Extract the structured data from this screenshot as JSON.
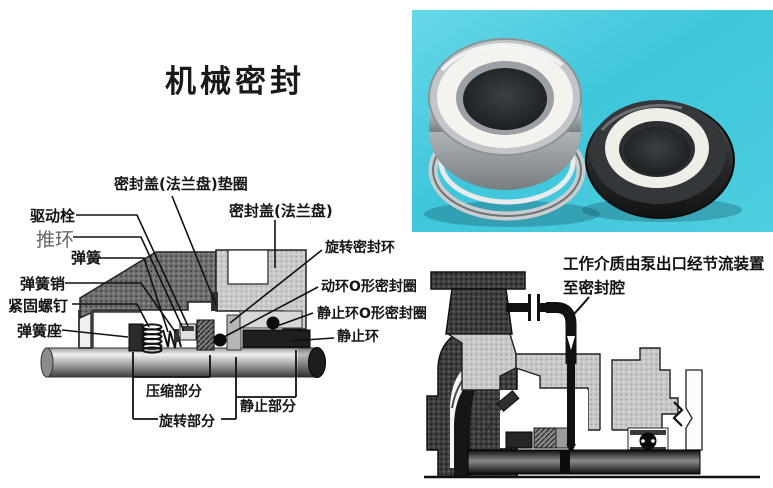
{
  "page": {
    "title": "机械密封"
  },
  "colors": {
    "photo_background": "#41c7db",
    "diagram_line": "#1a1a1a",
    "metal_gray": "#c6c6c6",
    "dark_gray": "#4a4a4a"
  },
  "seal_diagram": {
    "labels": {
      "drive_pin": "驱动栓",
      "push_ring": "推环",
      "spring": "弹簧",
      "spring_pin": "弹簧销",
      "set_screw": "紧固螺钉",
      "spring_seat": "弹簧座",
      "gland_gasket": "密封盖(法兰盘)垫圈",
      "gland": "密封盖(法兰盘)",
      "rotating_seal_ring": "旋转密封环",
      "rotating_o_ring": "动环O形密封圈",
      "stationary_o_ring": "静止环O形密封圈",
      "stationary_ring": "静止环",
      "compression_section": "压缩部分",
      "stationary_section": "静止部分",
      "rotating_section": "旋转部分"
    }
  },
  "pump_diagram": {
    "annotation": {
      "line1": "工作介质由泵出口经节流装置",
      "line2": "至密封腔"
    }
  }
}
